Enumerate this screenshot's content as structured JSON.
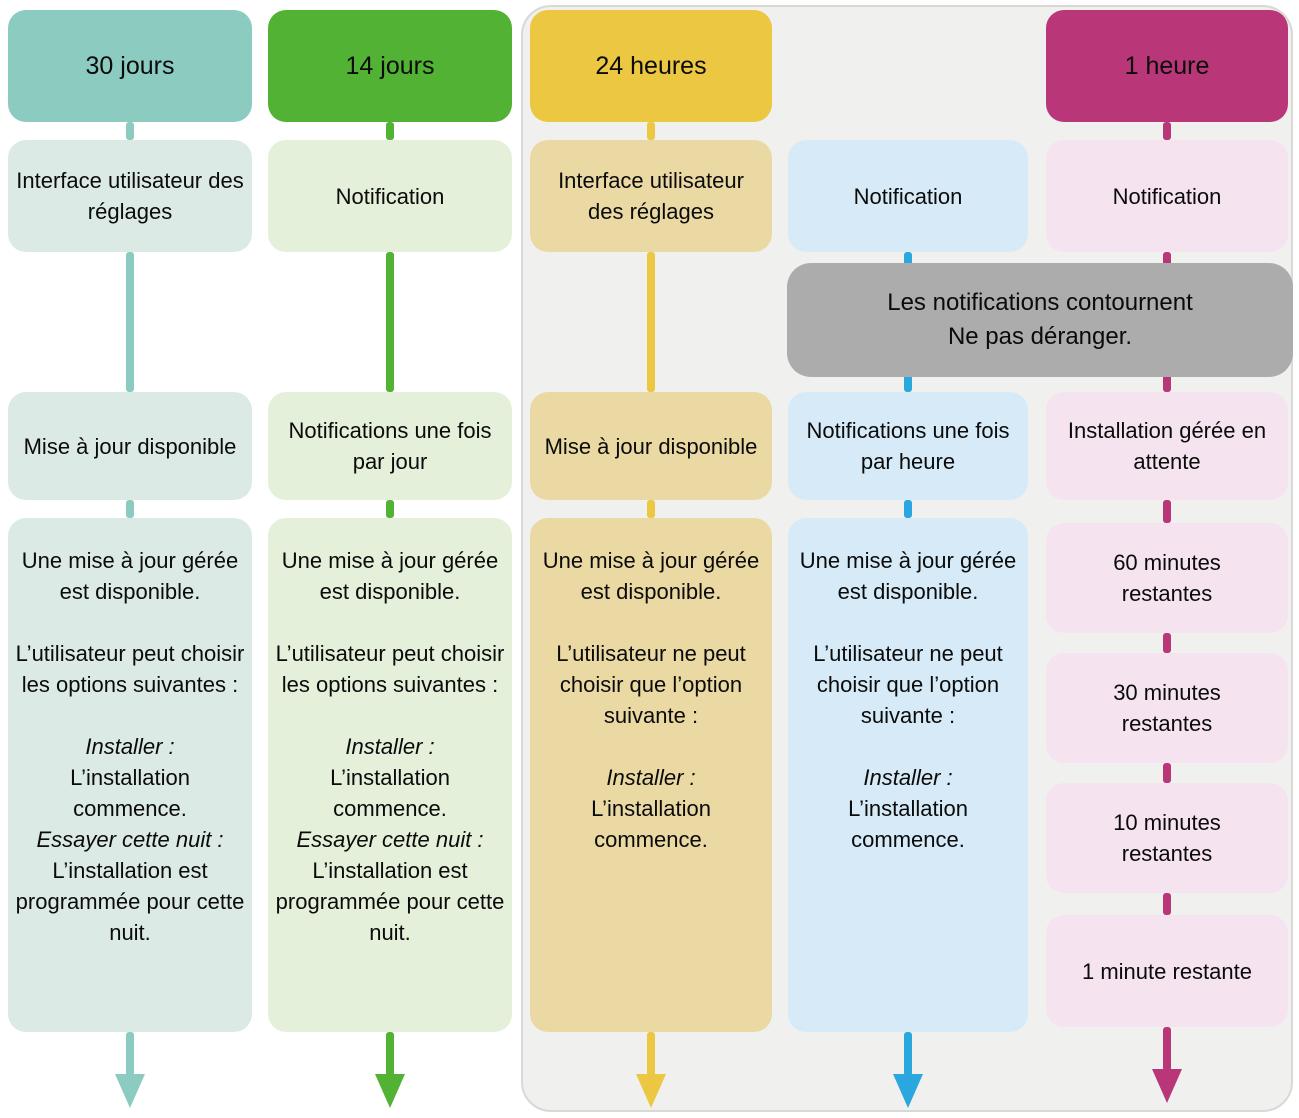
{
  "columns": [
    {
      "header": "30 jours",
      "entry_box": "Interface utilisateur des réglages",
      "status_box": "Mise à jour disponible",
      "detail": {
        "p1": "Une mise à jour gérée est disponible.",
        "p2": "L’utilisateur peut choisir les options suivantes :",
        "p3": "Installer :",
        "p4": "L’installation commence.",
        "p5": "Essayer cette nuit :",
        "p6": "L’installation est programmée pour cette nuit."
      },
      "colors": {
        "accent": "#8ccbc0",
        "fill": "#dceae5"
      }
    },
    {
      "header": "14 jours",
      "entry_box": "Notification",
      "status_box": "Notifications une fois par jour",
      "detail": {
        "p1": "Une mise à jour gérée est disponible.",
        "p2": "L’utilisateur peut choisir les options suivantes :",
        "p3": "Installer :",
        "p4": "L’installation commence.",
        "p5": "Essayer cette nuit :",
        "p6": "L’installation est programmée pour cette nuit."
      },
      "colors": {
        "accent": "#52b234",
        "fill": "#e4f0da"
      }
    },
    {
      "header": "24 heures",
      "entry_box": "Interface utilisateur des réglages",
      "status_box": "Mise à jour disponible",
      "detail": {
        "p1": "Une mise à jour gérée est disponible.",
        "p2": "L’utilisateur ne peut choisir que l’option suivante :",
        "p3": "Installer :",
        "p4": "L’installation commence."
      },
      "colors": {
        "accent": "#ecc741",
        "fill": "#ebd9a3"
      }
    },
    {
      "header": "",
      "entry_box": "Notification",
      "status_box": "Notifications une fois par heure",
      "detail": {
        "p1": "Une mise à jour gérée est disponible.",
        "p2": "L’utilisateur ne peut choisir que l’option suivante :",
        "p3": "Installer :",
        "p4": "L’installation commence."
      },
      "colors": {
        "accent": "#2ba7df",
        "fill": "#d6ebf7"
      }
    },
    {
      "header": "1 heure",
      "entry_box": "Notification",
      "status_box": "Installation gérée en attente",
      "milestones": [
        "60 minutes restantes",
        "30 minutes restantes",
        "10 minutes restantes",
        "1 minute restante"
      ],
      "colors": {
        "accent": "#b93678",
        "fill": "#f5e3ef"
      }
    }
  ],
  "dnd_note": {
    "line1": "Les notifications contournent",
    "line2": "Ne pas déranger.",
    "background": "#acacac"
  },
  "panel_colors": {
    "background": "#f0f0ef",
    "border": "#d8d8d5"
  }
}
